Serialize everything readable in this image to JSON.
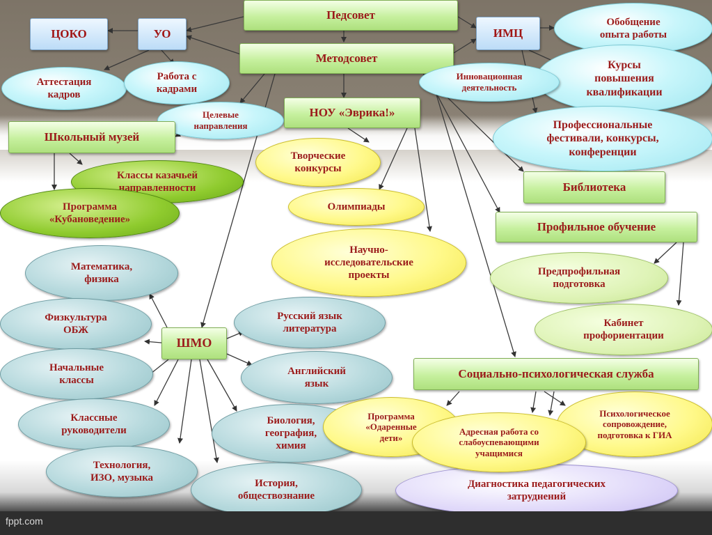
{
  "nodes": {
    "pedsovet": "Педсовет",
    "metodsovet": "Методсовет",
    "tsoko": "ЦОКО",
    "uo": "УО",
    "imts": "ИМЦ",
    "attestatsiya": "Аттестация\nкадров",
    "rabota_s_kadrami": "Работа с\nкадрами",
    "obobshchenie": "Обобщение\nопыта работы",
    "kursy": "Курсы\nповышения\nквалификации",
    "innovatsionnaya": "Инновационная\nдеятельность",
    "tselevye": "Целевые\nнаправления",
    "muzey": "Школьный музей",
    "nou": "НОУ «Эврика!»",
    "festivali": "Профессиональные\nфестивали, конкурсы,\nконференции",
    "kazachya": "Классы казачьей\nнаправленности",
    "kubanovedenie": "Программа\n«Кубановедение»",
    "tvorcheskie": "Творческие\nконкурсы",
    "biblioteka": "Библиотека",
    "olimpiady": "Олимпиады",
    "profilnoe": "Профильное обучение",
    "nauchno": "Научно-\nисследовательские\nпроекты",
    "predprofilnaya": "Предпрофильная\nподготовка",
    "matematika": "Математика,\nфизика",
    "fizkultura": "Физкультура\nОБЖ",
    "shmo": "ШМО",
    "russkiy": "Русский язык\nлитература",
    "kabinet": "Кабинет\nпрофориентации",
    "nachalnye": "Начальные\nклассы",
    "angliyskiy": "Английский\nязык",
    "sotsialno": "Социально-психологическая служба",
    "klassnye": "Классные\nруководители",
    "biologiya": "Биология,\nгеография,\nхимия",
    "odarennye": "Программа\n«Одаренные\nдети»",
    "adresnaya": "Адресная работа со\nслабоуспевающими\nучащимися",
    "psikhologicheskoe": "Психологическое\nсопровождение,\nподготовка к ГИА",
    "tekhnologiya": "Технология,\nИЗО, музыка",
    "istoriya": "История,\nобществознание",
    "diagnostika": "Диагностика педагогических\nзатруднений"
  },
  "footer": {
    "watermark": "fppt.com"
  },
  "colors": {
    "text": "#9b1b1b",
    "rect_green": "#c6f09e",
    "rect_blue": "#bcdcf7",
    "ellipse_cyan": "#c8f6fb",
    "ellipse_teal": "#b6d9dd",
    "ellipse_yellow": "#fff98a",
    "ellipse_green": "#8fcb2e",
    "ellipse_lavender": "#e2dbfa",
    "arrow": "#333333"
  }
}
